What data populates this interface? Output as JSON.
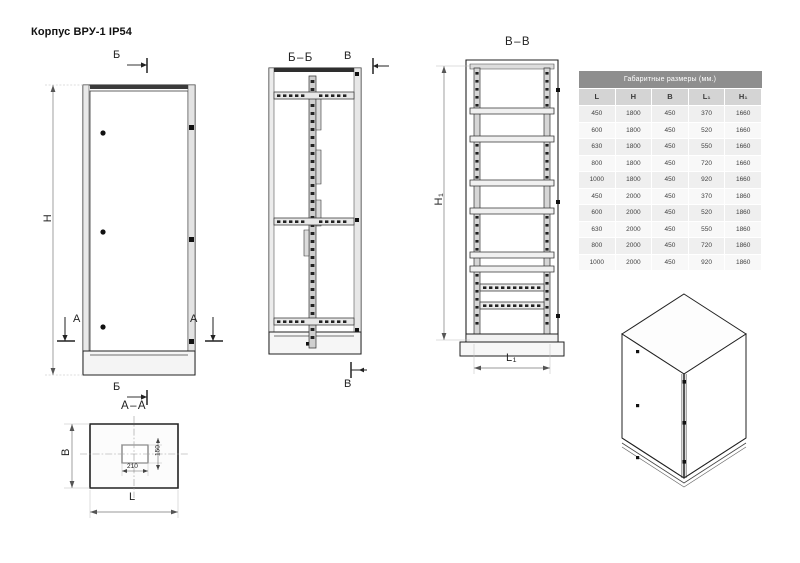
{
  "document": {
    "title": "Корпус ВРУ-1 IP54"
  },
  "views": {
    "front": {
      "caption": "",
      "height_label": "H",
      "section_top_label": "Б",
      "section_bottom_label": "Б",
      "section_left_label": "А",
      "section_right_label": "А"
    },
    "side_section": {
      "caption": "Б–Б",
      "section_top_label": "В",
      "section_bottom_label": "В"
    },
    "interior_section": {
      "caption": "В–В",
      "height_label": "H₁",
      "width_label": "L₁"
    },
    "plan_section": {
      "caption": "А–А",
      "width_label": "L",
      "depth_label": "B",
      "cutout_width": "210",
      "cutout_height": "150"
    },
    "isometric": {
      "caption": ""
    }
  },
  "table": {
    "title": "Габаритные размеры (мм.)",
    "columns": [
      "L",
      "H",
      "B",
      "L₁",
      "H₁"
    ],
    "rows": [
      [
        "450",
        "1800",
        "450",
        "370",
        "1660"
      ],
      [
        "600",
        "1800",
        "450",
        "520",
        "1660"
      ],
      [
        "630",
        "1800",
        "450",
        "550",
        "1660"
      ],
      [
        "800",
        "1800",
        "450",
        "720",
        "1660"
      ],
      [
        "1000",
        "1800",
        "450",
        "920",
        "1660"
      ],
      [
        "450",
        "2000",
        "450",
        "370",
        "1860"
      ],
      [
        "600",
        "2000",
        "450",
        "520",
        "1860"
      ],
      [
        "630",
        "2000",
        "450",
        "550",
        "1860"
      ],
      [
        "800",
        "2000",
        "450",
        "720",
        "1860"
      ],
      [
        "1000",
        "2000",
        "450",
        "920",
        "1860"
      ]
    ]
  },
  "colors": {
    "line": "#222222",
    "light_line": "#9a9a9a",
    "fill_panel": "#f2f2f2",
    "table_header": "#8e8e8e",
    "table_colhead": "#d4d4d4",
    "table_row_odd": "#efefef",
    "table_row_even": "#f8f8f8"
  }
}
